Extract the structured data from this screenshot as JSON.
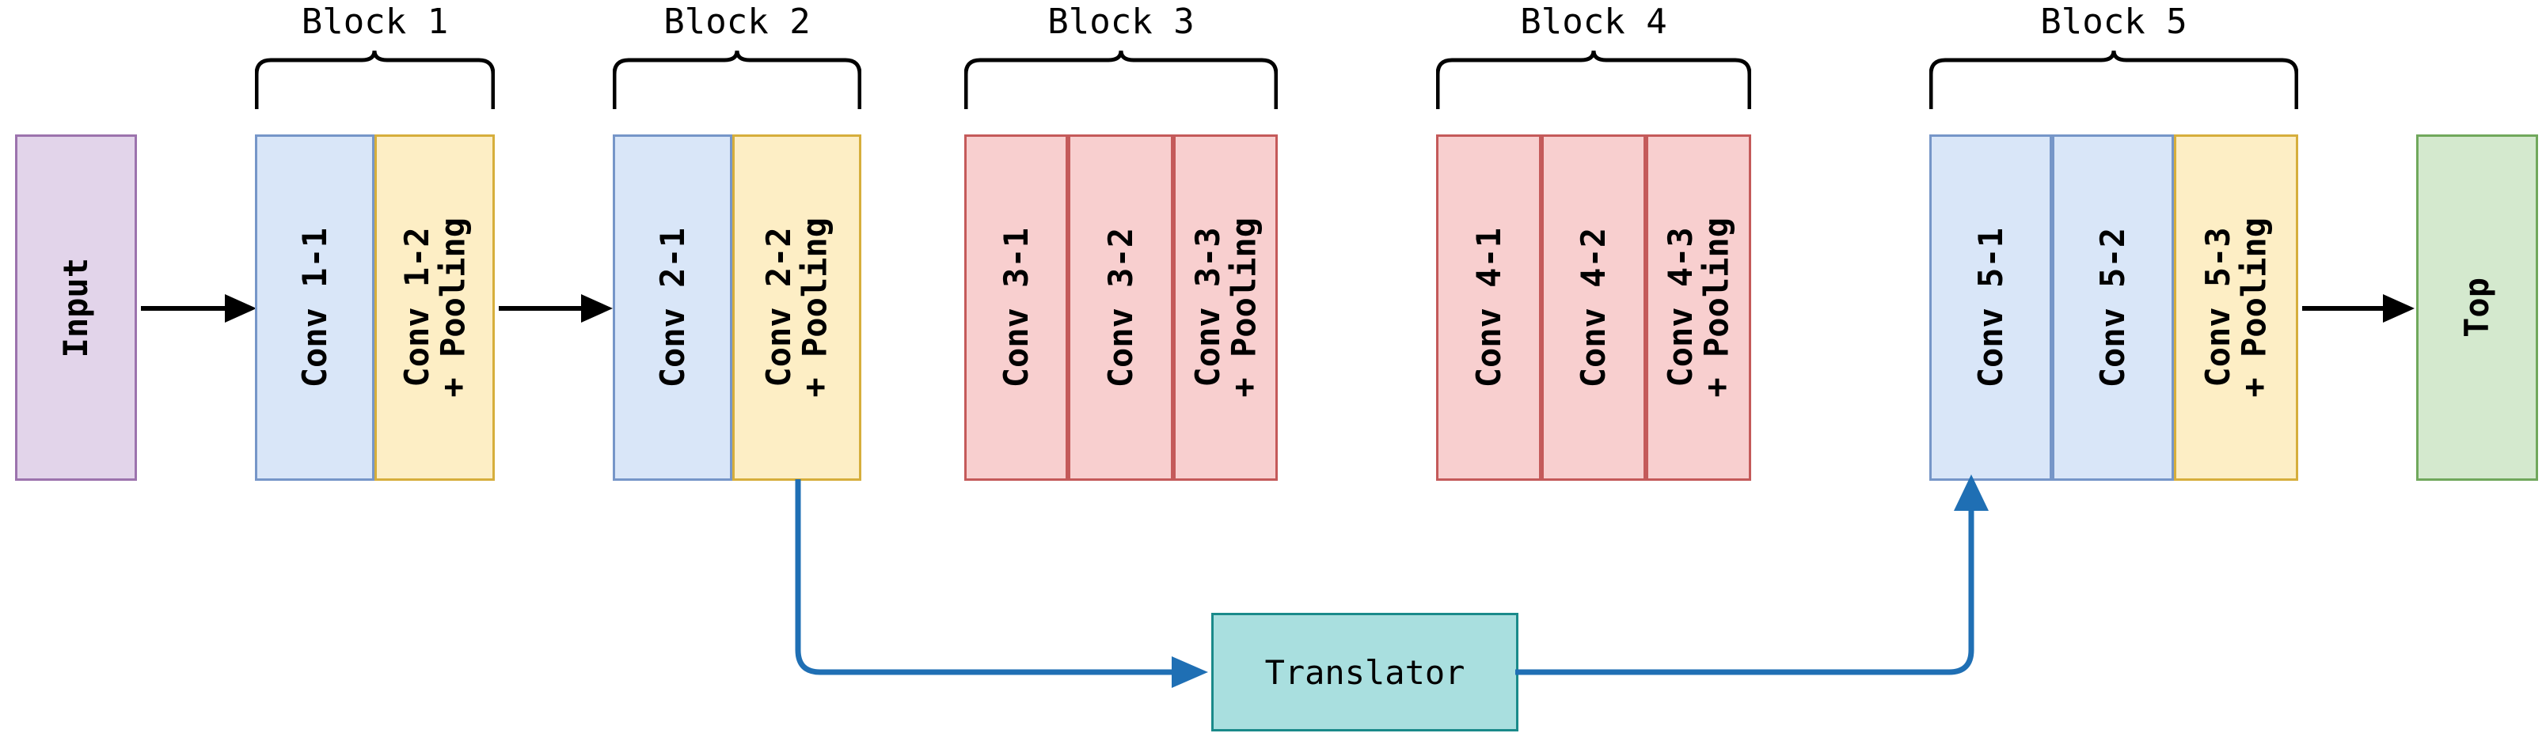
{
  "diagram": {
    "title_text_present": false,
    "colors": {
      "input_fill": "#e2d4ea",
      "input_border": "#9c73ad",
      "conv_fill": "#d9e6f8",
      "conv_border": "#7696c8",
      "pool_fill": "#fdeec5",
      "pool_border": "#d6ae3c",
      "frozen_fill": "#f8cfcf",
      "frozen_border": "#c45a5a",
      "top_fill": "#d4e9ce",
      "top_border": "#70a85c",
      "translator_fill": "#a9dfdf",
      "translator_border": "#1a8a8a",
      "skip_arrow": "#1f6fb4",
      "flow_arrow": "#000000"
    },
    "input": {
      "label": "Input"
    },
    "top": {
      "label": "Top"
    },
    "translator": {
      "label": "Translator"
    },
    "blocks": [
      {
        "name": "Block 1",
        "layers": [
          {
            "label": "Conv 1-1",
            "kind": "conv"
          },
          {
            "label": "Conv 1-2\n+ Pooling",
            "kind": "pool"
          }
        ]
      },
      {
        "name": "Block 2",
        "layers": [
          {
            "label": "Conv 2-1",
            "kind": "conv"
          },
          {
            "label": "Conv 2-2\n+ Pooling",
            "kind": "pool"
          }
        ]
      },
      {
        "name": "Block 3",
        "layers": [
          {
            "label": "Conv 3-1",
            "kind": "frozen"
          },
          {
            "label": "Conv 3-2",
            "kind": "frozen"
          },
          {
            "label": "Conv 3-3\n+ Pooling",
            "kind": "frozen"
          }
        ]
      },
      {
        "name": "Block 4",
        "layers": [
          {
            "label": "Conv 4-1",
            "kind": "frozen"
          },
          {
            "label": "Conv 4-2",
            "kind": "frozen"
          },
          {
            "label": "Conv 4-3\n+ Pooling",
            "kind": "frozen"
          }
        ]
      },
      {
        "name": "Block 5",
        "layers": [
          {
            "label": "Conv 5-1",
            "kind": "conv"
          },
          {
            "label": "Conv 5-2",
            "kind": "conv"
          },
          {
            "label": "Conv 5-3\n+ Pooling",
            "kind": "pool"
          }
        ]
      }
    ]
  }
}
